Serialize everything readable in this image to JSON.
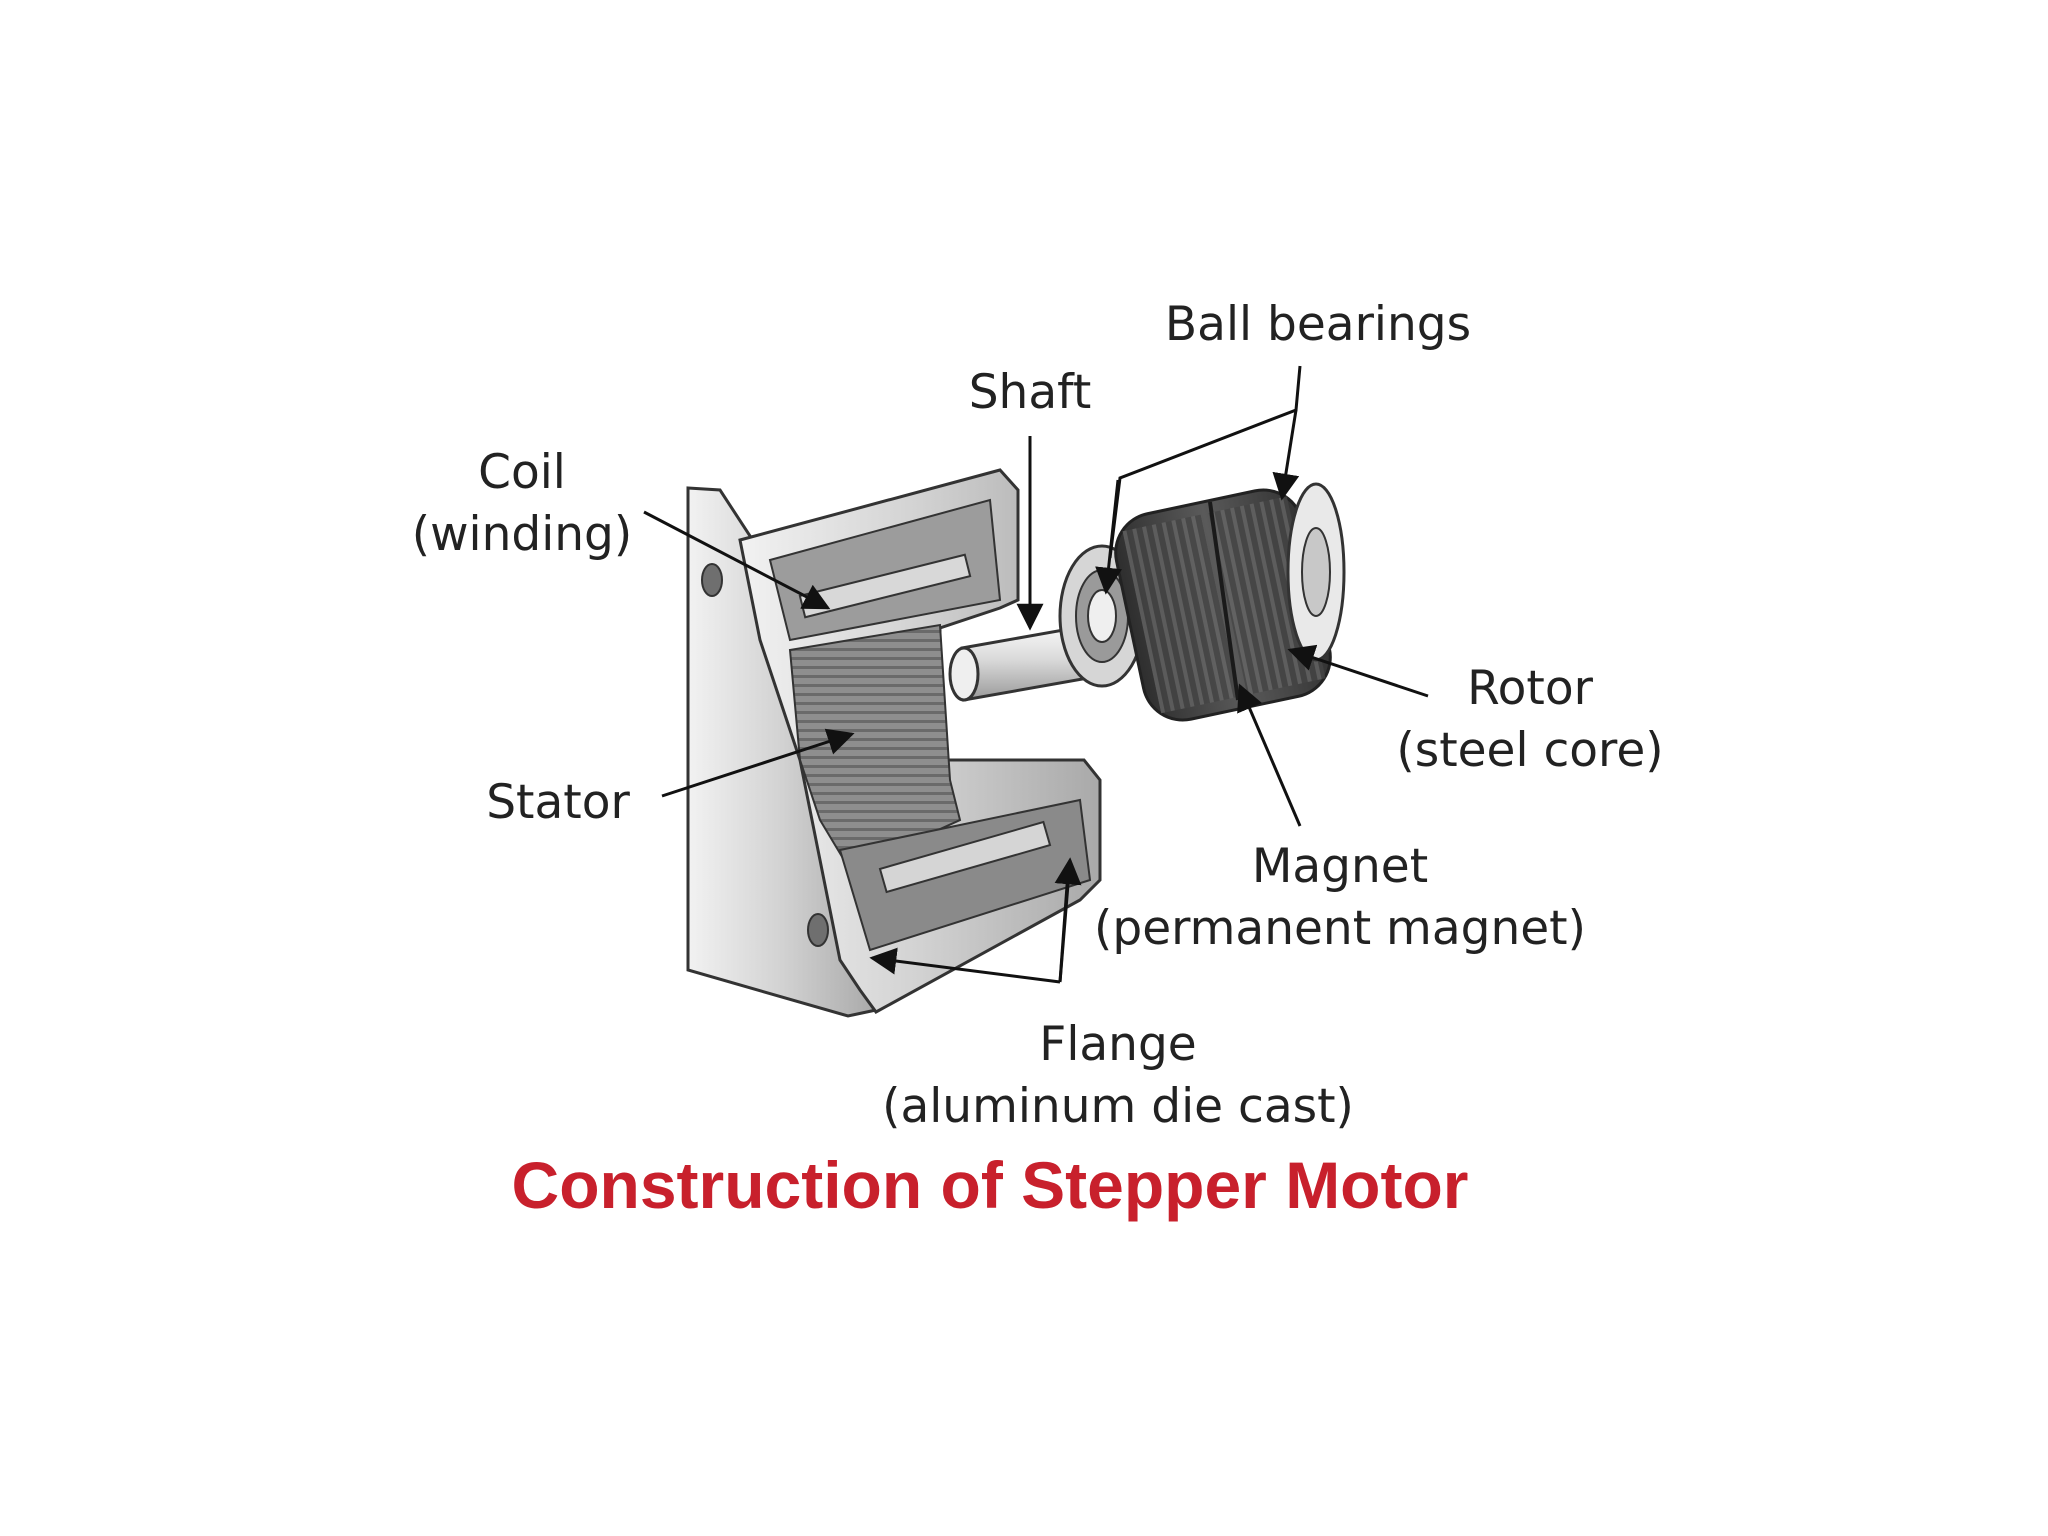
{
  "labels": {
    "ball_bearings": "Ball bearings",
    "shaft": "Shaft",
    "coil_line1": "Coil",
    "coil_line2": "(winding)",
    "rotor_line1": "Rotor",
    "rotor_line2": "(steel core)",
    "stator": "Stator",
    "magnet_line1": "Magnet",
    "magnet_line2": "(permanent magnet)",
    "flange_line1": "Flange",
    "flange_line2": "(aluminum die cast)"
  },
  "title": "Construction of Stepper Motor",
  "colors": {
    "title": "#c8202c",
    "text": "#222222",
    "leader": "#111111",
    "housing_light": "#e6e6e6",
    "housing_mid": "#b9b9b9",
    "housing_dark": "#7a7a7a",
    "rotor_dark": "#3c3c3c"
  }
}
